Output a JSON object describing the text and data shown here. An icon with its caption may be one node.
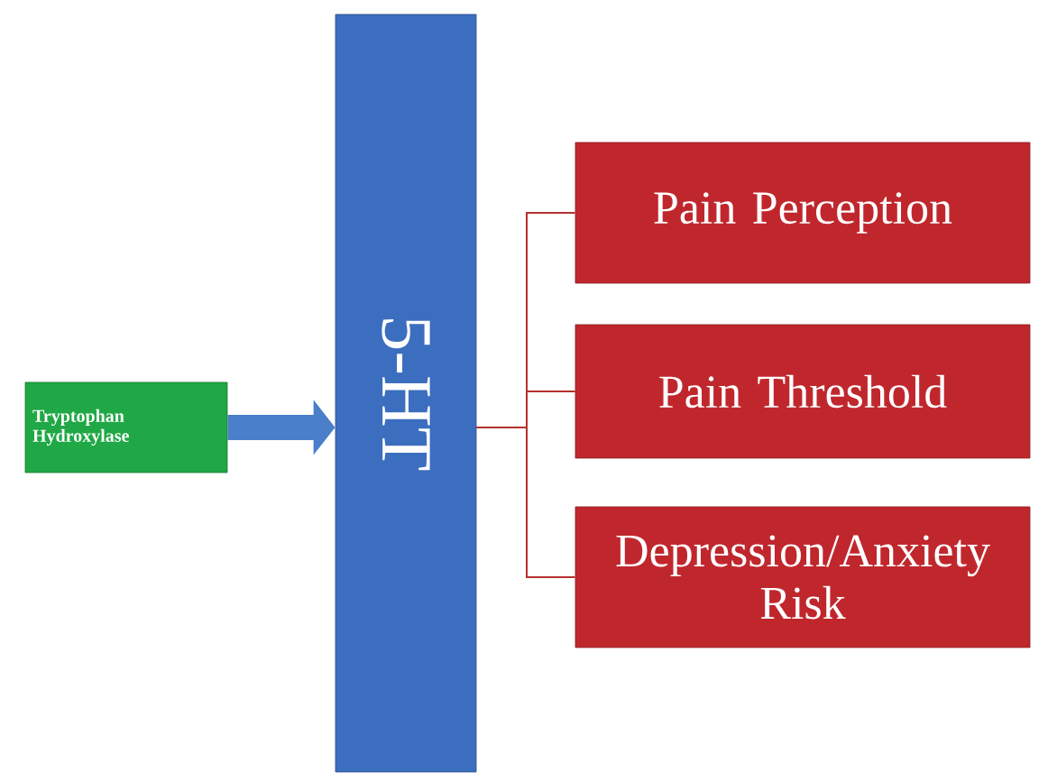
{
  "diagram": {
    "nodes": [
      {
        "text": [
          "Tryptophan Hydroxylase"
        ]
      },
      {
        "text": [
          "5-HT"
        ]
      },
      {
        "text": [
          "Pain Perception"
        ]
      },
      {
        "text": [
          "Pain Threshold"
        ]
      },
      {
        "text": [
          "Depression/Anxiety Risk"
        ]
      }
    ],
    "edges": [
      {
        "from": 0,
        "to": 1,
        "arrow": "to",
        "style": "thick",
        "color": "#4a7fc9"
      },
      {
        "from": 1,
        "to": 2,
        "arrow": "none"
      },
      {
        "from": 1,
        "to": 3,
        "arrow": "none"
      },
      {
        "from": 1,
        "to": 4,
        "arrow": "none"
      }
    ]
  }
}
